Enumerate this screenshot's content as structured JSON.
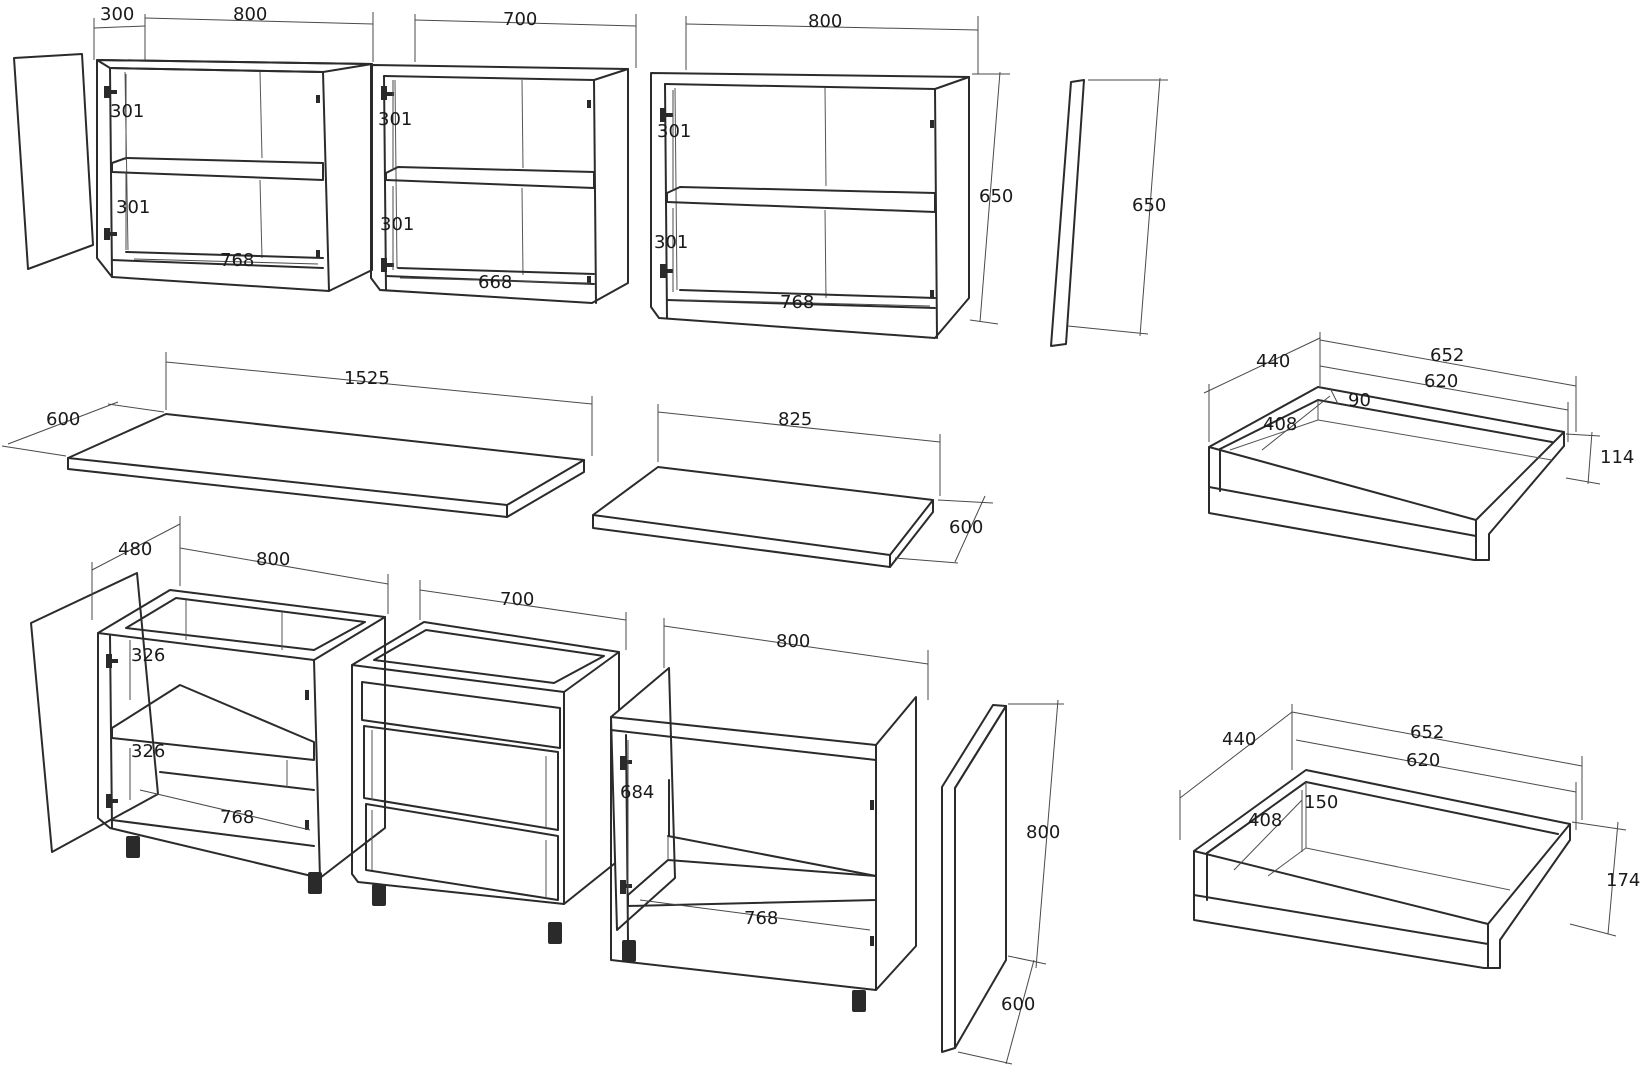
{
  "wall_cabinets": {
    "left": {
      "door_depth": "300",
      "width": "800",
      "shelf_gap_top": "301",
      "shelf_gap_bottom": "301",
      "inner_width": "768"
    },
    "middle": {
      "width": "700",
      "shelf_gap_top": "301",
      "shelf_gap_bottom": "301",
      "inner_width": "668"
    },
    "right": {
      "width": "800",
      "shelf_gap_top": "301",
      "shelf_gap_bottom": "301",
      "inner_width": "768",
      "height": "650"
    },
    "side_panel": {
      "height": "650"
    }
  },
  "countertops": {
    "long": {
      "length": "1525",
      "depth": "600"
    },
    "short": {
      "length": "825",
      "depth": "600"
    }
  },
  "drawers": {
    "small": {
      "outer_depth": "440",
      "outer_width": "652",
      "inner_width": "620",
      "inner_depth": "408",
      "inner_height": "90",
      "outer_height": "114"
    },
    "large": {
      "outer_depth": "440",
      "outer_width": "652",
      "inner_width": "620",
      "inner_depth": "408",
      "inner_height": "150",
      "outer_height": "174"
    }
  },
  "base_cabinets": {
    "left": {
      "depth": "480",
      "width": "800",
      "shelf_gap_top": "326",
      "shelf_gap_bottom": "326",
      "inner_width": "768"
    },
    "middle": {
      "width": "700"
    },
    "right": {
      "width": "800",
      "inner_height": "684",
      "inner_width": "768"
    },
    "end_panel": {
      "height": "800",
      "depth": "600"
    }
  }
}
